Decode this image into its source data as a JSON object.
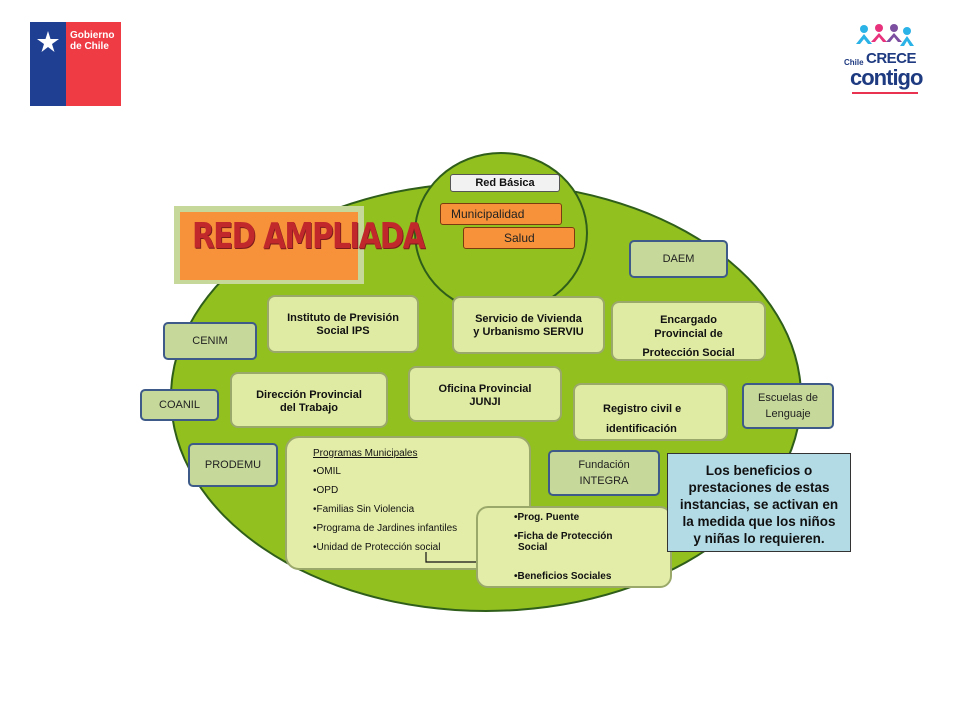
{
  "logos": {
    "gobierno": {
      "line1": "Gobierno",
      "line2": "de Chile"
    },
    "crece": {
      "chile": "Chile",
      "crece": "CRECE",
      "contigo": "contigo"
    }
  },
  "title": "RED AMPLIADA",
  "red_basica": {
    "label": "Red Básica",
    "items": [
      "Municipalidad",
      "Salud"
    ]
  },
  "institutions": {
    "ips": [
      "Instituto de Previsión",
      "Social IPS"
    ],
    "serviu": [
      "Servicio de Vivienda",
      "y Urbanismo SERVIU"
    ],
    "encargado": [
      "Encargado",
      "Provincial  de",
      "Protección  Social"
    ],
    "trabajo": [
      "Dirección Provincial",
      "del Trabajo"
    ],
    "junji": [
      "Oficina Provincial",
      "JUNJI"
    ],
    "registro": [
      "Registro civil e",
      "identificación"
    ]
  },
  "side_boxes": {
    "daem": "DAEM",
    "cenim": "CENIM",
    "coanil": "COANIL",
    "prodemu": "PRODEMU",
    "escuelas": [
      "Escuelas de",
      "Lenguaje"
    ],
    "fundacion": [
      "Fundación",
      "INTEGRA"
    ]
  },
  "programas": {
    "title": "Programas  Municipales",
    "items": [
      "•OMIL",
      "•OPD",
      "•Familias Sin Violencia",
      "•Programa de Jardines infantiles",
      "•Unidad de Protección social"
    ]
  },
  "programas2": {
    "items": [
      "•Prog. Puente",
      "•Ficha de Protección",
      "Social",
      "•Beneficios Sociales"
    ]
  },
  "note": [
    "Los beneficios o",
    "prestaciones de estas",
    "instancias, se activan en",
    "la medida que los niños",
    "y niñas lo requieren."
  ],
  "colors": {
    "ellipse": "#92c01f",
    "card": "#dfeba3",
    "orange": "#f7923a",
    "side_border": "#3d5a88",
    "note_bg": "#b3dbe6"
  }
}
